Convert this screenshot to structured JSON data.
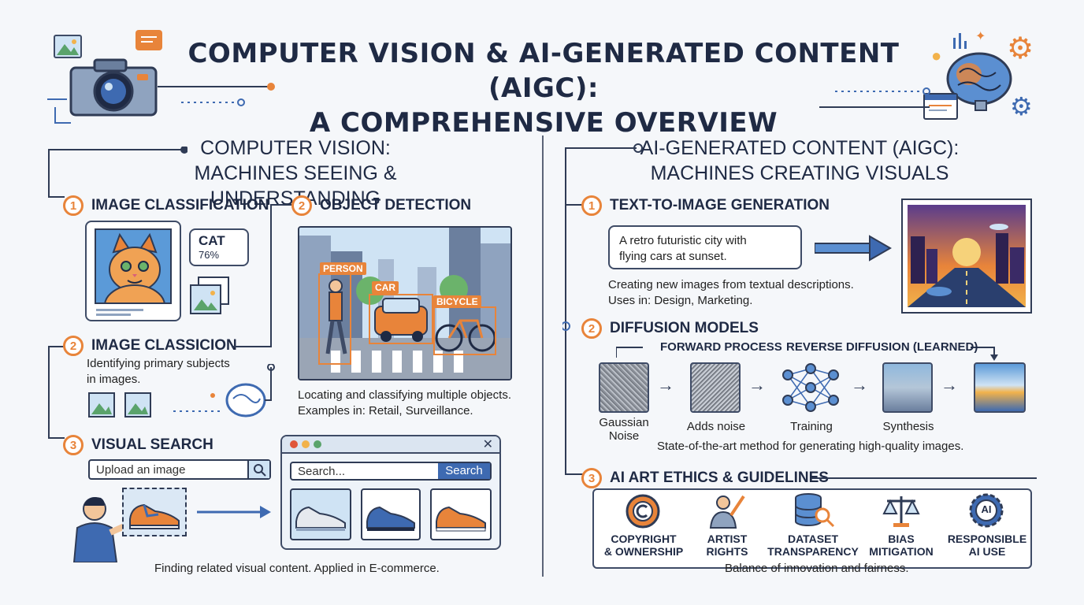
{
  "title": {
    "line1": "COMPUTER VISION & AI-GENERATED CONTENT (AIGC):",
    "line2": "A COMPREHENSIVE OVERVIEW"
  },
  "cv": {
    "title_line1": "COMPUTER VISION:",
    "title_line2": "MACHINES SEEING & UNDERSTANDING",
    "classification": {
      "num": "1",
      "heading": "IMAGE CLASSIFICATION",
      "result_label": "CAT",
      "result_value": "76%"
    },
    "classicion": {
      "num": "2",
      "heading": "IMAGE CLASSICION",
      "desc_line1": "Identifying primary subjects",
      "desc_line2": "in images."
    },
    "detection": {
      "num": "2",
      "heading": "OBJECT DETECTION",
      "labels": [
        "PERSON",
        "CAR",
        "BICYCLE"
      ],
      "desc_line1": "Locating and classifying multiple objects.",
      "desc_line2": "Examples in: Retail, Surveillance."
    },
    "search": {
      "num": "3",
      "heading": "VISUAL SEARCH",
      "upload_placeholder": "Upload an image",
      "search_placeholder": "Search...",
      "search_button": "Search",
      "desc": "Finding related visual content. Applied in E-commerce."
    }
  },
  "aigc": {
    "title_line1": "AI-GENERATED CONTENT (AIGC):",
    "title_line2": "MACHINES CREATING VISUALS",
    "t2i": {
      "num": "1",
      "heading": "TEXT-TO-IMAGE GENERATION",
      "prompt_line1": "A retro futuristic city with",
      "prompt_line2": "flying cars at sunset.",
      "desc_line1": "Creating new images from textual descriptions.",
      "desc_line2": "Uses in: Design, Marketing."
    },
    "diffusion": {
      "num": "2",
      "heading": "DIFFUSION MODELS",
      "forward": "FORWARD PROCESS",
      "reverse": "REVERSE DIFFUSION (LEARNED)",
      "steps": [
        "Gaussian\nNoise",
        "Adds noise",
        "Training",
        "Synthesis"
      ],
      "step1_line1": "Gaussian",
      "step1_line2": "Noise",
      "desc": "State-of-the-art method for generating high-quality images."
    },
    "ethics": {
      "num": "3",
      "heading": "AI ART ETHICS & GUIDELINES",
      "items": [
        {
          "line1": "COPYRIGHT",
          "line2": "& OWNERSHIP"
        },
        {
          "line1": "ARTIST",
          "line2": "RIGHTS"
        },
        {
          "line1": "DATASET",
          "line2": "TRANSPARENCY"
        },
        {
          "line1": "BIAS",
          "line2": "MITIGATION"
        },
        {
          "line1": "RESPONSIBLE",
          "line2": "AI USE"
        }
      ],
      "ai_badge": "AI",
      "desc": "Balance of innovation and fairness."
    }
  },
  "colors": {
    "accent": "#e8843a",
    "primary": "#1f2a44",
    "blue": "#3e6ab1"
  }
}
